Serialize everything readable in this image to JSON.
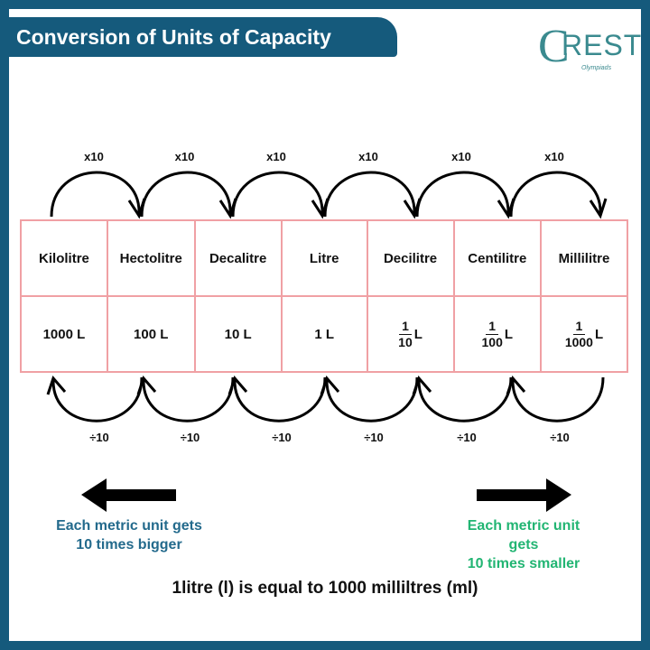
{
  "title": "Conversion of Units of Capacity",
  "logo": {
    "text": "CREST",
    "subtext": "Olympiads"
  },
  "units": [
    {
      "name": "Kilolitre",
      "value": "1000 L"
    },
    {
      "name": "Hectolitre",
      "value": "100 L"
    },
    {
      "name": "Decalitre",
      "value": "10 L"
    },
    {
      "name": "Litre",
      "value": "1 L"
    },
    {
      "name": "Decilitre",
      "num": "1",
      "den": "10",
      "unit": "L"
    },
    {
      "name": "Centilitre",
      "num": "1",
      "den": "100",
      "unit": "L"
    },
    {
      "name": "Millilitre",
      "num": "1",
      "den": "1000",
      "unit": "L"
    }
  ],
  "multiply_labels": [
    "x10",
    "x10",
    "x10",
    "x10",
    "x10",
    "x10"
  ],
  "divide_labels": [
    "÷10",
    "÷10",
    "÷10",
    "÷10",
    "÷10",
    "÷10"
  ],
  "left_note": {
    "line1": "Each metric unit gets",
    "line2": "10 times bigger",
    "color": "#236a8c"
  },
  "right_note": {
    "line1": "Each metric unit gets",
    "line2": "10 times smaller",
    "color": "#22b573"
  },
  "footer": "1litre (l) is equal to 1000 milliltres (ml)",
  "colors": {
    "frame": "#155a7c",
    "cell_border": "#f0a0a4"
  }
}
